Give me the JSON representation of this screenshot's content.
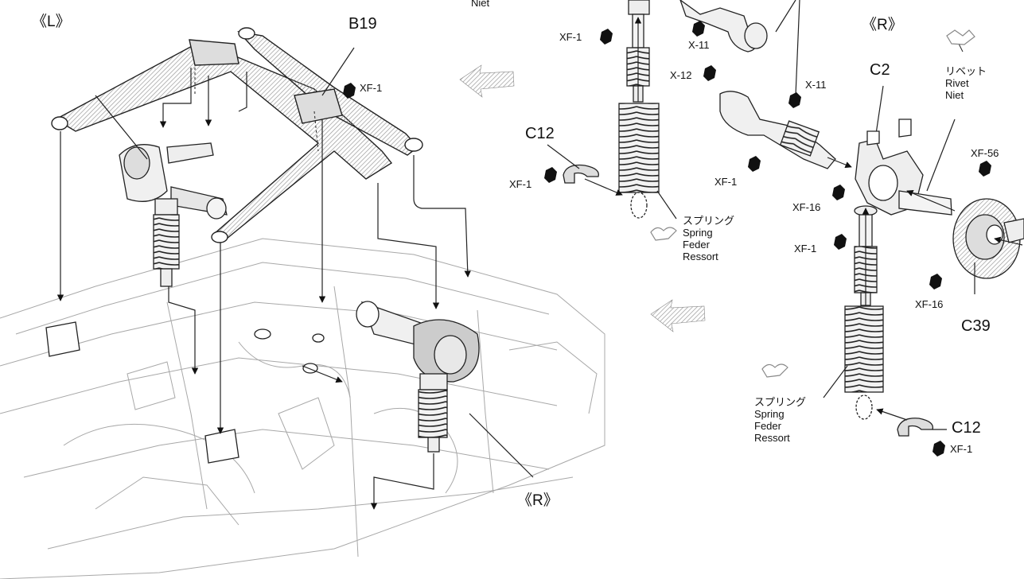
{
  "labels": {
    "left_bracket": "《L》",
    "left_r_bracket": "《R》",
    "right_r_bracket": "《R》",
    "b19": "B19",
    "c2": "C2",
    "c12_upper": "C12",
    "c12_lower": "C12",
    "c39": "C39"
  },
  "fasteners": {
    "xf1_arm": "XF-1",
    "xf1_top": "XF-1",
    "xf1_c12": "XF-1",
    "xf1_mid": "XF-1",
    "xf1_shock": "XF-1",
    "xf1_bottom": "XF-1",
    "x11_top": "X-11",
    "x11_mid": "X-11",
    "x12": "X-12",
    "xf16_upper": "XF-16",
    "xf16_lower": "XF-16",
    "xf56": "XF-56"
  },
  "notes": {
    "niet_top": "Niet",
    "rivet": {
      "jp": "リベット",
      "en": "Rivet",
      "nl": "Niet"
    },
    "spring_upper": {
      "jp": "スプリング",
      "en": "Spring",
      "de": "Feder",
      "fr": "Ressort"
    },
    "spring_lower": {
      "jp": "スプリング",
      "en": "Spring",
      "de": "Feder",
      "fr": "Ressort"
    }
  },
  "colors": {
    "line": "#222222",
    "chassis": "#9a9a9a",
    "fill": "#e4e4e4",
    "bolt": "#111111"
  }
}
